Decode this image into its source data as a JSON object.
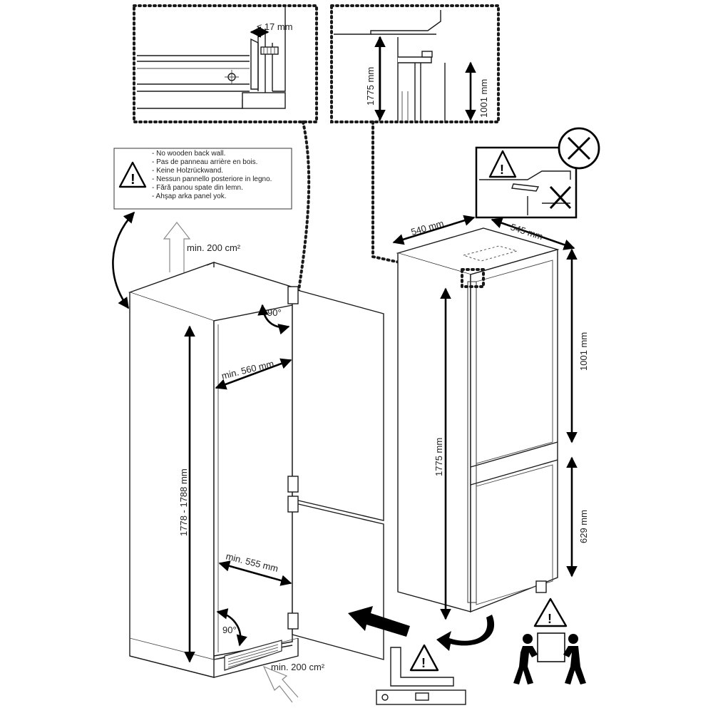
{
  "detail_top_left": {
    "gap_label": "≤ 17 mm"
  },
  "detail_top_right": {
    "height_total": "1775 mm",
    "height_lower": "1001 mm"
  },
  "warning_note": {
    "lines": [
      "- No wooden back wall.",
      "- Pas de panneau arrière en bois.",
      "- Keine Holzrückwand.",
      "- Nessun pannello posteriore in legno.",
      "- Fără panou spate din lemn.",
      "- Ahşap arka panel yok."
    ]
  },
  "cabinet": {
    "vent_top": "min. 200 cm²",
    "vent_bottom": "min. 200 cm²",
    "angle_top": "90°",
    "angle_bottom": "90°",
    "width_top": "min. 560 mm",
    "width_bottom": "min. 555 mm",
    "height": "1778 - 1788 mm"
  },
  "appliance": {
    "depth": "540 mm",
    "width": "545 mm",
    "height": "1775 mm",
    "upper_height": "1001 mm",
    "lower_height": "629 mm"
  },
  "colors": {
    "line": "#1a1a1a",
    "background": "#ffffff"
  }
}
